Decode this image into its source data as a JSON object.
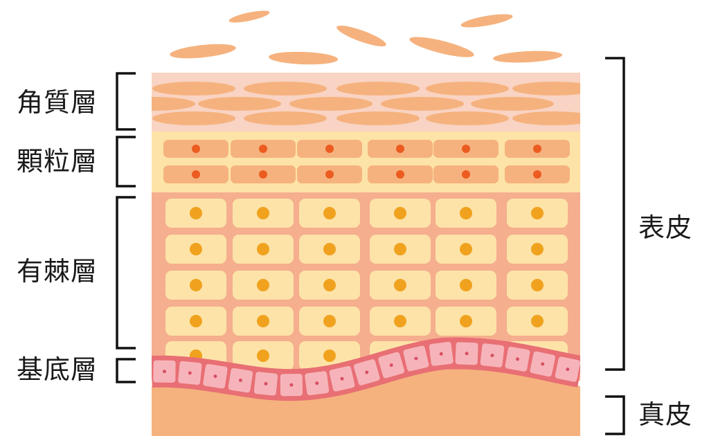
{
  "labels": {
    "stratum_corneum": "角質層",
    "stratum_granulosum": "顆粒層",
    "stratum_spinosum": "有棘層",
    "stratum_basale": "基底層",
    "epidermis": "表皮",
    "dermis": "真皮"
  },
  "colors": {
    "flake": "#F5B27E",
    "corneum_bg": "#F9D3C3",
    "corneum_cell": "#F5B27E",
    "granulosum_bg": "#FDE3A7",
    "granulosum_cell": "#F5B27E",
    "granulosum_nucleus": "#EC5B1F",
    "spinosum_bg": "#F5AE8E",
    "spinosum_cell": "#FDE3A8",
    "spinosum_nucleus": "#F0A21E",
    "basal_band": "#E86F74",
    "basal_cell": "#F6B4BA",
    "basal_nucleus": "#D84F63",
    "dermis": "#F5B27E",
    "bracket": "#111111"
  }
}
